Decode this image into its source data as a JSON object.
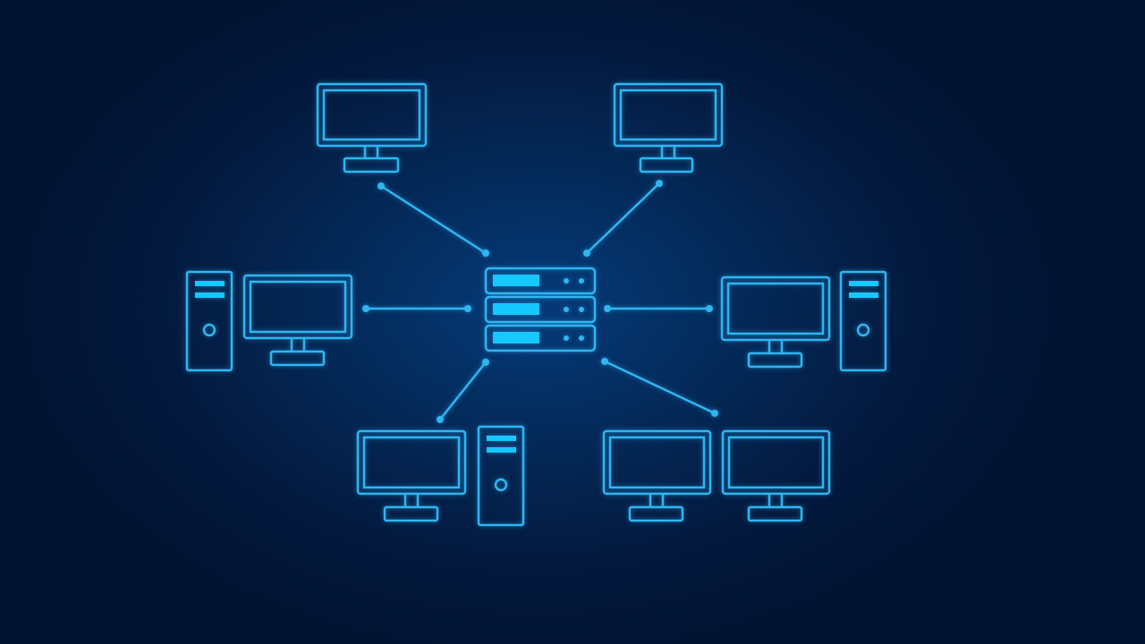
{
  "colors": {
    "background": "#021a3a",
    "background_center": "#053a78",
    "stroke": "#2fb6f0",
    "fill_bright": "#17c7ff"
  },
  "diagram": {
    "type": "star-network-topology",
    "hub": {
      "icon": "server-rack-icon",
      "units": 3
    },
    "nodes": [
      {
        "id": "top-left",
        "icons": [
          "monitor-icon"
        ]
      },
      {
        "id": "top-right",
        "icons": [
          "monitor-icon"
        ]
      },
      {
        "id": "left",
        "icons": [
          "pc-tower-icon",
          "monitor-icon"
        ]
      },
      {
        "id": "right",
        "icons": [
          "monitor-icon",
          "pc-tower-icon"
        ]
      },
      {
        "id": "bottom-left",
        "icons": [
          "monitor-icon",
          "pc-tower-icon"
        ]
      },
      {
        "id": "bottom-right",
        "icons": [
          "monitor-icon",
          "monitor-icon"
        ]
      }
    ],
    "connections": [
      {
        "from": "hub",
        "to": "top-left"
      },
      {
        "from": "hub",
        "to": "top-right"
      },
      {
        "from": "hub",
        "to": "left"
      },
      {
        "from": "hub",
        "to": "right"
      },
      {
        "from": "hub",
        "to": "bottom-left"
      },
      {
        "from": "hub",
        "to": "bottom-right"
      }
    ]
  }
}
